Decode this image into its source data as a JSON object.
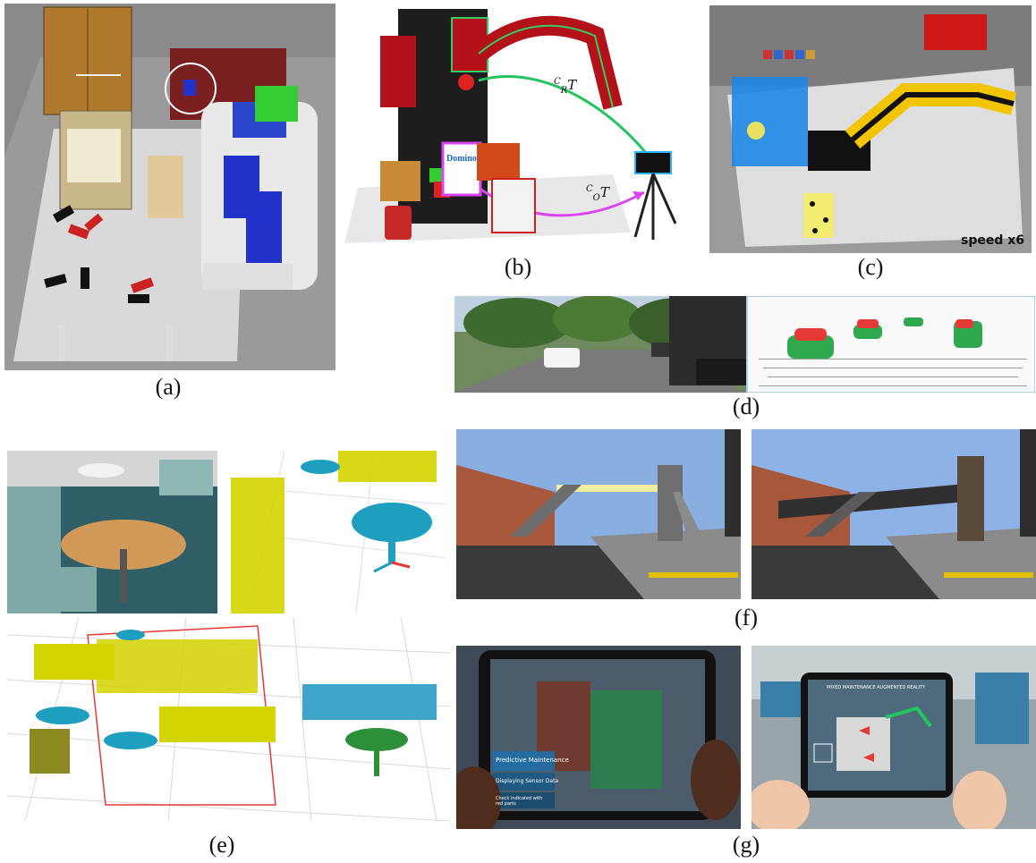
{
  "figure": {
    "captions": {
      "a": "(a)",
      "b": "(b)",
      "c": "(c)",
      "d": "(d)",
      "e": "(e)",
      "f": "(f)",
      "g": "(g)"
    },
    "panel_b": {
      "transform_cr": "C",
      "transform_cr_sub": "R",
      "transform_co": "C",
      "transform_co_sub": "O",
      "transform_symbol": "T",
      "box_label": "Domino"
    },
    "panel_c": {
      "speed_label": "speed x6"
    },
    "panel_g": {
      "left_ui": {
        "title": "Predictive Maintenance",
        "item1": "Displaying Sensor Data",
        "item2": "Check indicated with red parts"
      },
      "right_ui": {
        "header": "MIXED MAINTENANCE AUGMENTED REALITY"
      }
    },
    "colors": {
      "green_arrow": "#22c55e",
      "magenta_arrow": "#d946ef",
      "chair_yellow": "#d4d400",
      "table_teal": "#1f9fbf",
      "bbox_red": "#e53935"
    }
  }
}
